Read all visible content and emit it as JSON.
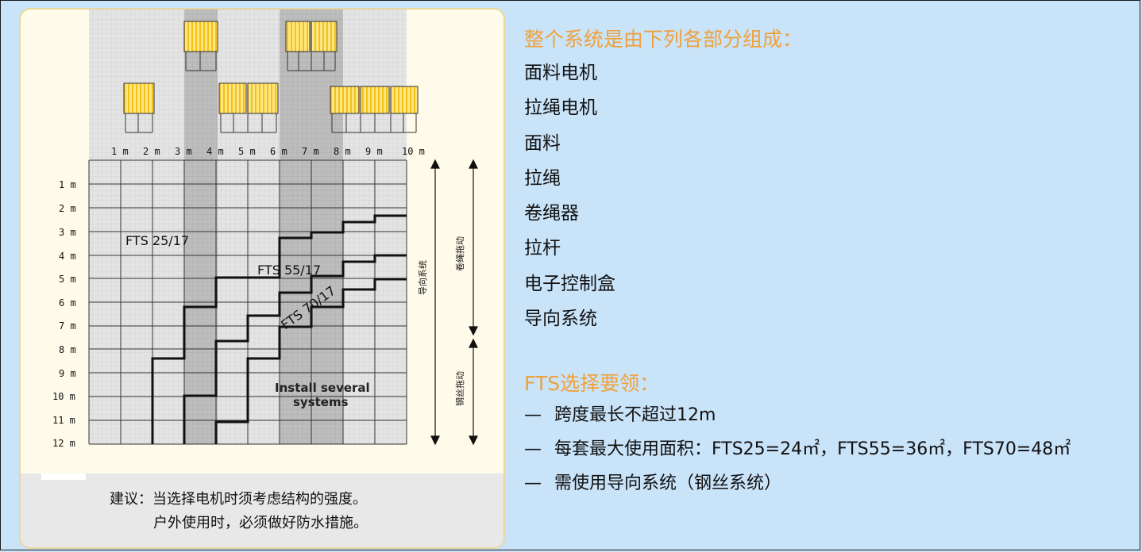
{
  "diagram": {
    "x_ticks": [
      "1 m",
      "2 m",
      "3 m",
      "4 m",
      "5 m",
      "6 m",
      "7 m",
      "8 m",
      "9 m",
      "10 m"
    ],
    "y_ticks": [
      "1 m",
      "2 m",
      "3 m",
      "4 m",
      "5 m",
      "6 m",
      "7 m",
      "8 m",
      "9 m",
      "10 m",
      "11 m",
      "12 m"
    ],
    "label_fts25": "FTS 25/17",
    "label_fts55": "FTS 55/17",
    "label_fts70": "FTS 70/17",
    "install_line1": "Install several",
    "install_line2": "systems",
    "label_guide_system": "导向系统",
    "label_rope_drag": "卷绳拖动",
    "label_wire_drag": "钢丝拖动"
  },
  "panel_note": {
    "line1": "建议：当选择电机时须考虑结构的强度。",
    "line2": "户外使用时，必须做好防水措施。"
  },
  "components": {
    "heading": "整个系统是由下列各部分组成：",
    "items": [
      "面料电机",
      "拉绳电机",
      "面料",
      "拉绳",
      "卷绳器",
      "拉杆",
      "电子控制盒",
      "导向系统"
    ]
  },
  "selection": {
    "heading": "FTS选择要领：",
    "dash": "—",
    "items": [
      "跨度最长不超过12m",
      "每套最大使用面积：FTS25=24㎡，FTS55=36㎡，FTS70=48㎡",
      "需使用导向系统（钢丝系统）"
    ]
  }
}
